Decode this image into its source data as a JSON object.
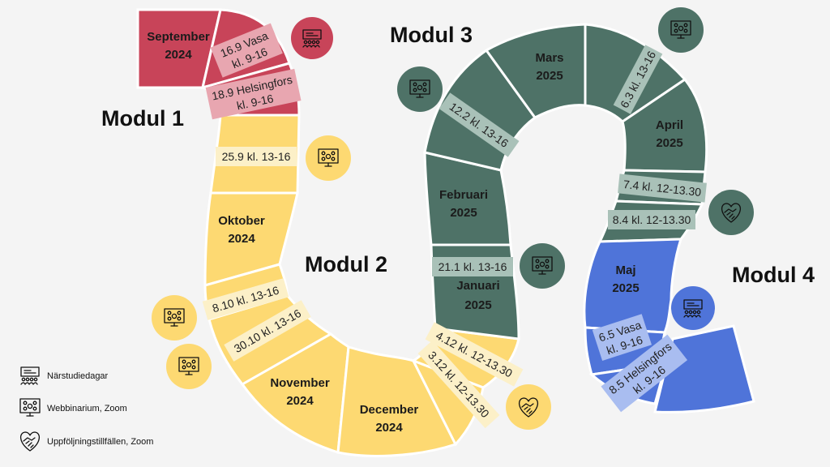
{
  "modules": {
    "m1": "Modul 1",
    "m2": "Modul 2",
    "m3": "Modul 3",
    "m4": "Modul 4"
  },
  "months": {
    "september": [
      "September",
      "2024"
    ],
    "oktober": [
      "Oktober",
      "2024"
    ],
    "november": [
      "November",
      "2024"
    ],
    "december": [
      "December",
      "2024"
    ],
    "januari": [
      "Januari",
      "2025"
    ],
    "februari": [
      "Februari",
      "2025"
    ],
    "mars": [
      "Mars",
      "2025"
    ],
    "april": [
      "April",
      "2025"
    ],
    "maj": [
      "Maj",
      "2025"
    ]
  },
  "sessions": {
    "s1": [
      "16.9 Vasa",
      "kl. 9-16"
    ],
    "s2": [
      "18.9 Helsingfors",
      "kl. 9-16"
    ],
    "s3": "25.9 kl. 13-16",
    "s4": "8.10 kl. 13-16",
    "s5": "30.10 kl. 13-16",
    "s6": "4.12 kl. 12-13.30",
    "s7": "3.12 kl. 12-13.30",
    "s8": "21.1 kl. 13-16",
    "s9": "12.2 kl. 13-16",
    "s10": "6.3 kl. 13-16",
    "s11": "7.4 kl. 12-13.30",
    "s12": "8.4 kl. 12-13.30",
    "s13": [
      "6.5 Vasa",
      "kl. 9-16"
    ],
    "s14": [
      "8.5 Helsingfors",
      "kl. 9-16"
    ]
  },
  "legend": [
    {
      "icon": "classroom-icon",
      "label": "Närstudiedagar"
    },
    {
      "icon": "webinar-icon",
      "label": "Webbinarium, Zoom"
    },
    {
      "icon": "handshake-heart-icon",
      "label": "Uppföljningstillfällen, Zoom"
    }
  ],
  "colors": {
    "module1": "#c84459",
    "module2": "#fdd972",
    "module3": "#4e7267",
    "module4": "#4f74d9",
    "tag_light": "#fcf0c8",
    "tag_green": "#a9c1b8",
    "tag_pink": "#e8a6b0",
    "tag_blue": "#a9bdf0"
  }
}
